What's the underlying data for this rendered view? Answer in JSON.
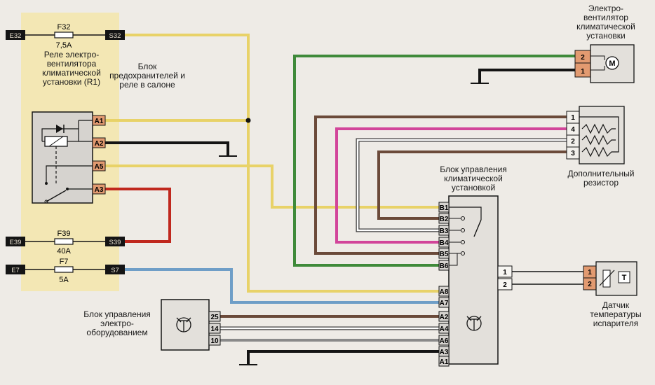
{
  "colors": {
    "fuse_block_bg": "#f3e7b4",
    "yellow_wire": "#e8d268",
    "green_wire": "#3f8a3a",
    "brown_wire": "#6b4a3a",
    "pink_wire": "#d2459a",
    "red_wire": "#c0281e",
    "blue_wire": "#6f9ec7",
    "black_wire": "#141414",
    "connector_fill": "#e29a70"
  },
  "labels": {
    "fuse_block": "Блок предохранителей и реле в салоне",
    "relay": "Реле электро-вентилятора климатической установки (R1)",
    "fan": "Электро-вентилятор климатической установки",
    "resistor": "Дополнительный резистор",
    "climate_ecu": "Блок управления климатической установкой",
    "electrical_ecu": "Блок управления электро-оборудованием",
    "temp_sensor": "Датчик температуры испарителя"
  },
  "fuses": [
    {
      "name": "F32",
      "rating": "7,5A",
      "left_terminal": "E32",
      "right_terminal": "S32"
    },
    {
      "name": "F39",
      "rating": "40A",
      "left_terminal": "E39",
      "right_terminal": "S39"
    },
    {
      "name": "F7",
      "rating": "5A",
      "left_terminal": "E7",
      "right_terminal": "S7"
    }
  ],
  "relay_pins": [
    "A1",
    "A2",
    "A5",
    "A3"
  ],
  "fan_pins": [
    "2",
    "1"
  ],
  "fan_symbol": "M",
  "resistor_pins": [
    "1",
    "4",
    "2",
    "3"
  ],
  "climate_ecu_pins_b": [
    "B1",
    "B2",
    "B3",
    "B4",
    "B5",
    "B6"
  ],
  "climate_ecu_pins_a": [
    "A8",
    "A7",
    "A2",
    "A4",
    "A6",
    "A3",
    "A1"
  ],
  "climate_ecu_pins_right": [
    "1",
    "2"
  ],
  "electrical_ecu_pins": [
    "25",
    "14",
    "10"
  ],
  "temp_sensor_pins": [
    "1",
    "2"
  ],
  "temp_sensor_symbol": "T"
}
